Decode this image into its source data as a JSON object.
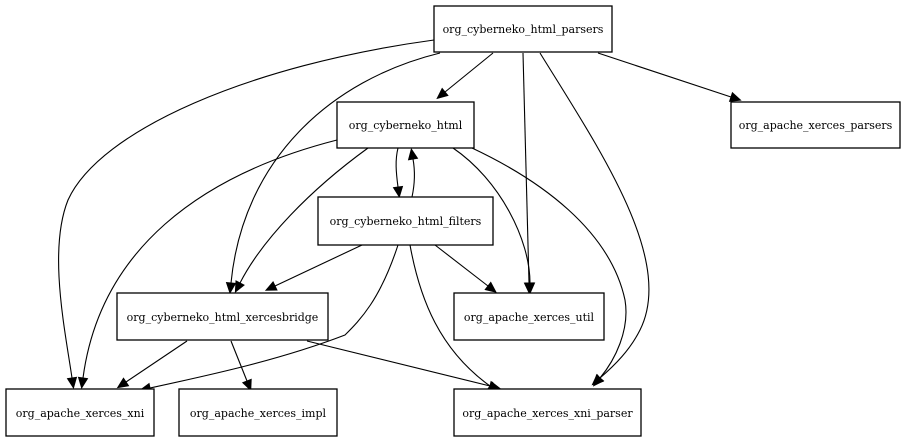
{
  "nodes": [
    {
      "id": "parsers",
      "label": "org_cyberneko_html_parsers"
    },
    {
      "id": "html",
      "label": "org_cyberneko_html"
    },
    {
      "id": "xerces_parsers",
      "label": "org_apache_xerces_parsers"
    },
    {
      "id": "filters",
      "label": "org_cyberneko_html_filters"
    },
    {
      "id": "xercesbridge",
      "label": "org_cyberneko_html_xercesbridge"
    },
    {
      "id": "xerces_util",
      "label": "org_apache_xerces_util"
    },
    {
      "id": "xerces_xni",
      "label": "org_apache_xerces_xni"
    },
    {
      "id": "xerces_impl",
      "label": "org_apache_xerces_impl"
    },
    {
      "id": "xerces_xni_parser",
      "label": "org_apache_xerces_xni_parser"
    }
  ],
  "edges": [
    {
      "from": "parsers",
      "to": "html"
    },
    {
      "from": "parsers",
      "to": "xerces_parsers"
    },
    {
      "from": "parsers",
      "to": "xercesbridge"
    },
    {
      "from": "parsers",
      "to": "xerces_xni"
    },
    {
      "from": "parsers",
      "to": "xerces_util"
    },
    {
      "from": "parsers",
      "to": "xerces_xni_parser"
    },
    {
      "from": "html",
      "to": "filters"
    },
    {
      "from": "filters",
      "to": "html"
    },
    {
      "from": "html",
      "to": "xercesbridge"
    },
    {
      "from": "html",
      "to": "xerces_xni"
    },
    {
      "from": "html",
      "to": "xerces_util"
    },
    {
      "from": "html",
      "to": "xerces_xni_parser"
    },
    {
      "from": "filters",
      "to": "xercesbridge"
    },
    {
      "from": "filters",
      "to": "xerces_util"
    },
    {
      "from": "filters",
      "to": "xerces_xni"
    },
    {
      "from": "filters",
      "to": "xerces_xni_parser"
    },
    {
      "from": "xercesbridge",
      "to": "xerces_xni"
    },
    {
      "from": "xercesbridge",
      "to": "xerces_impl"
    },
    {
      "from": "xercesbridge",
      "to": "xerces_xni_parser"
    }
  ]
}
